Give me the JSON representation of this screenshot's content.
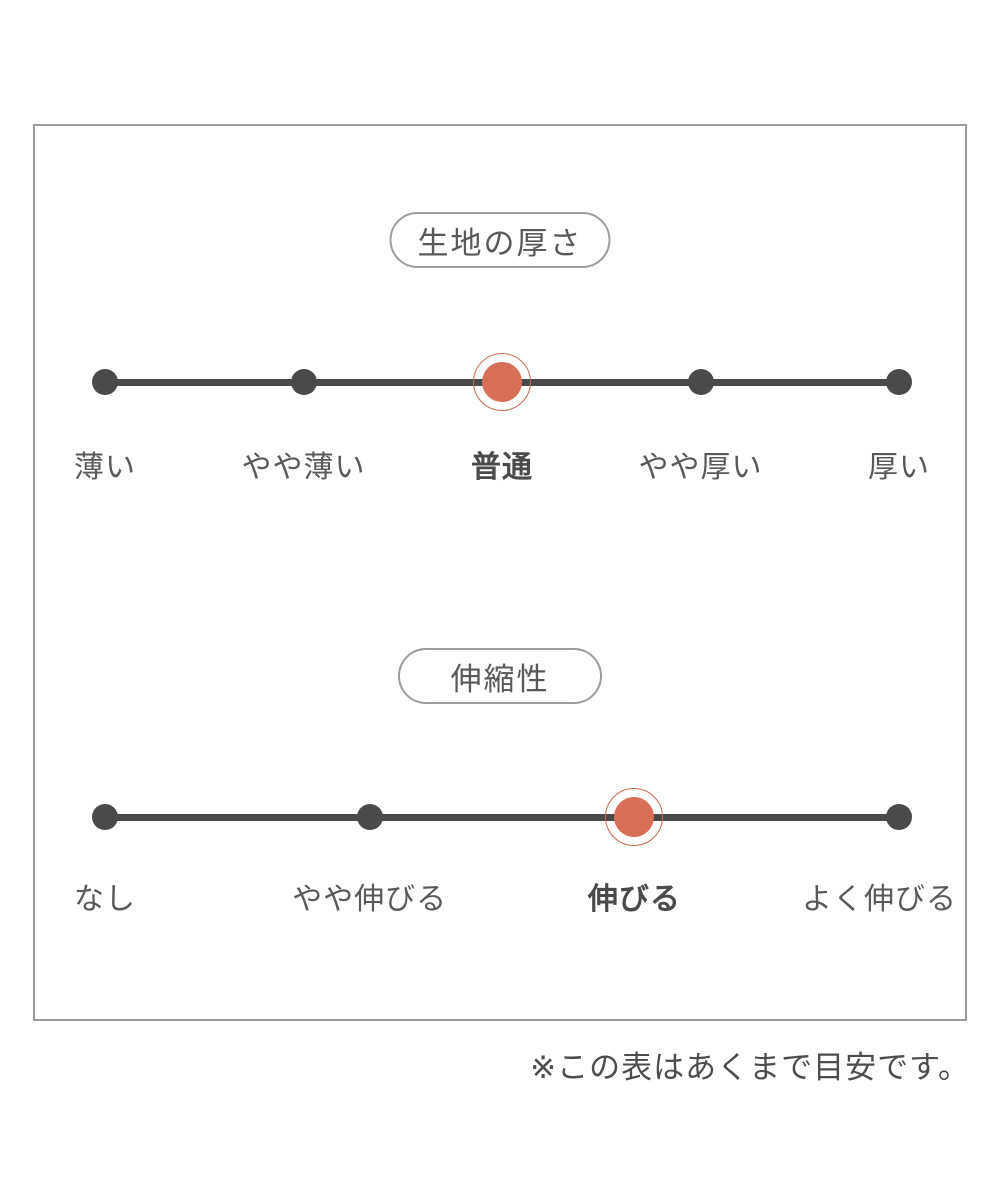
{
  "page": {
    "footer_note": "※この表はあくまで目安です。"
  },
  "colors": {
    "frame_border": "#9c9c9c",
    "pill_border": "#9c9c9c",
    "title_text": "#595959",
    "track": "#4a4a4a",
    "dot": "#4a4a4a",
    "selected_fill": "#d86e57",
    "selected_ring": "#c96a52",
    "label_text": "#595959",
    "label_selected_text": "#4a4a4a",
    "footer_text": "#4d4d4d"
  },
  "chart_data": [
    {
      "type": "scale",
      "title": "生地の厚さ",
      "categories": [
        "薄い",
        "やや薄い",
        "普通",
        "やや厚い",
        "厚い"
      ],
      "selected_index": 2,
      "selected_value": "普通",
      "points": 5,
      "legend_position": "none",
      "grid": false
    },
    {
      "type": "scale",
      "title": "伸縮性",
      "categories": [
        "なし",
        "やや伸びる",
        "伸びる",
        "よく伸びる"
      ],
      "selected_index": 2,
      "selected_value": "伸びる",
      "points": 4,
      "legend_position": "none",
      "grid": false
    }
  ]
}
